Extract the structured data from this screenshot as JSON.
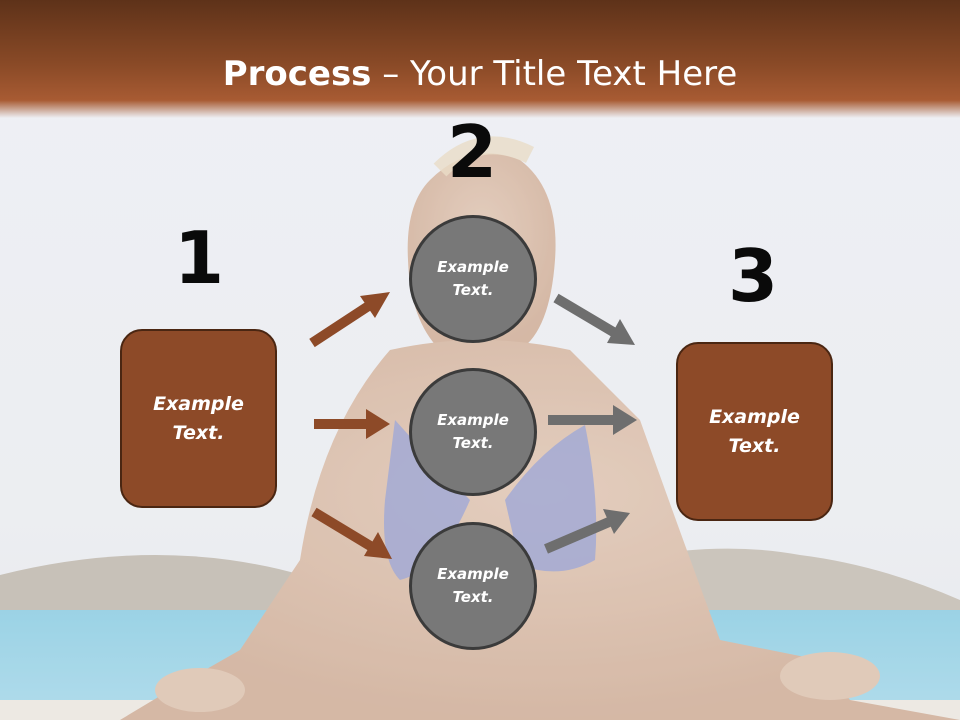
{
  "title": {
    "strong": "Process",
    "rest": " – Your Title Text Here"
  },
  "steps": [
    {
      "number": "1",
      "label": "Example Text."
    },
    {
      "number": "2"
    },
    {
      "number": "3",
      "label": "Example Text."
    }
  ],
  "circles": [
    {
      "label": "Example Text."
    },
    {
      "label": "Example Text."
    },
    {
      "label": "Example Text."
    }
  ],
  "colors": {
    "header": "#8a4a27",
    "box": "#8d4a28",
    "circle": "#787878",
    "arrow_in": "#8d4a28",
    "arrow_out": "#6e6e6e"
  }
}
